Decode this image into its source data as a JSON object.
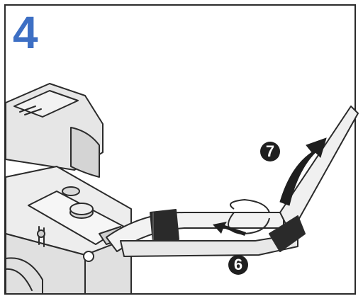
{
  "step": {
    "number": "4"
  },
  "callouts": {
    "seven": "7",
    "six": "6"
  },
  "colors": {
    "step_number": "#3d6fc4",
    "line": "#2b2b2b",
    "fill_light": "#ededed",
    "fill_mid": "#d4d4d4",
    "fill_dark": "#2a2a2a"
  },
  "icons": [
    "camera-body",
    "neck-strap",
    "strap-loop",
    "strap-keeper",
    "curved-arrow",
    "small-arrow"
  ]
}
